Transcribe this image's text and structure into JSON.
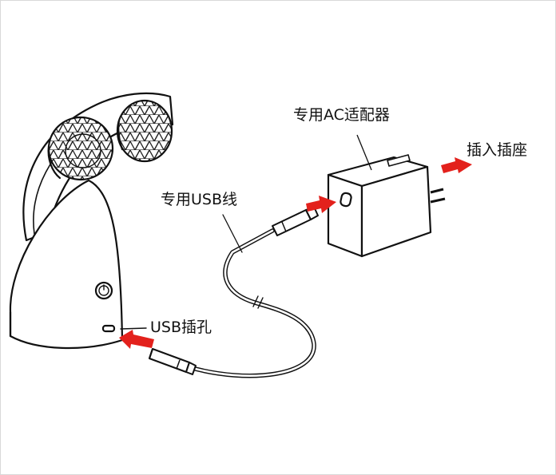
{
  "labels": {
    "ac_adapter": "专用AC适配器",
    "wall_outlet": "插入插座",
    "usb_cable": "专用USB线",
    "usb_port": "USB插孔"
  },
  "colors": {
    "arrow": "#e3211c",
    "line": "#111111",
    "fill": "#ffffff"
  },
  "icons": {
    "power": "power-icon"
  }
}
